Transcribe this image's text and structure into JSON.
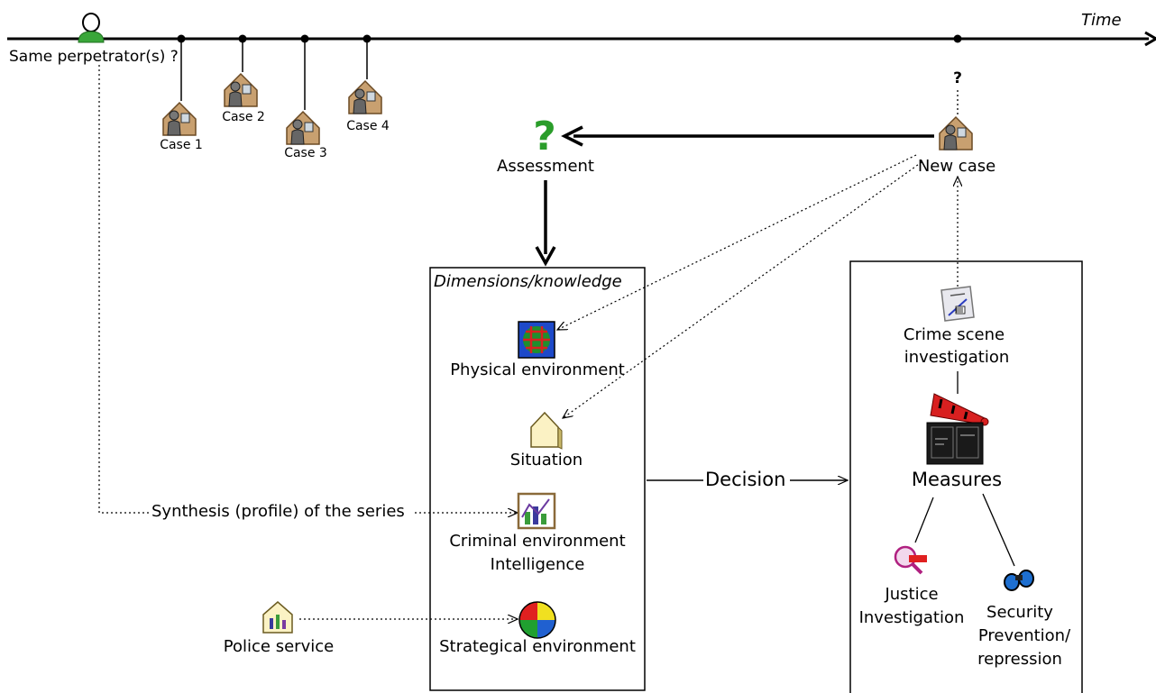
{
  "timeline": {
    "axis_label": "Time",
    "perpetrator_label": "Same perpetrator(s) ?",
    "cases": [
      "Case 1",
      "Case 2",
      "Case 3",
      "Case 4"
    ],
    "future_marker": "?"
  },
  "assessment": {
    "label": "Assessment",
    "icon": "question-mark-icon",
    "icon_color": "#2a9d2a"
  },
  "new_case": {
    "label": "New case"
  },
  "knowledge_box": {
    "title": "Dimensions/knowledge",
    "items": {
      "physical": "Physical environment",
      "situation": "Situation",
      "criminal_1": "Criminal environment",
      "criminal_2": "Intelligence",
      "strategical": "Strategical environment"
    }
  },
  "synthesis_label": "Synthesis (profile) of the series",
  "police_service_label": "Police service",
  "decision_label": "Decision",
  "measures_box": {
    "crime_scene_1": "Crime scene",
    "crime_scene_2": "investigation",
    "measures": "Measures",
    "justice_1": "Justice",
    "justice_2": "Investigation",
    "security_1": "Security",
    "security_2": "Prevention/",
    "security_3": "repression"
  },
  "colors": {
    "line": "#000000",
    "accent_green": "#2a9d2a",
    "person_green": "#3aa63a"
  }
}
